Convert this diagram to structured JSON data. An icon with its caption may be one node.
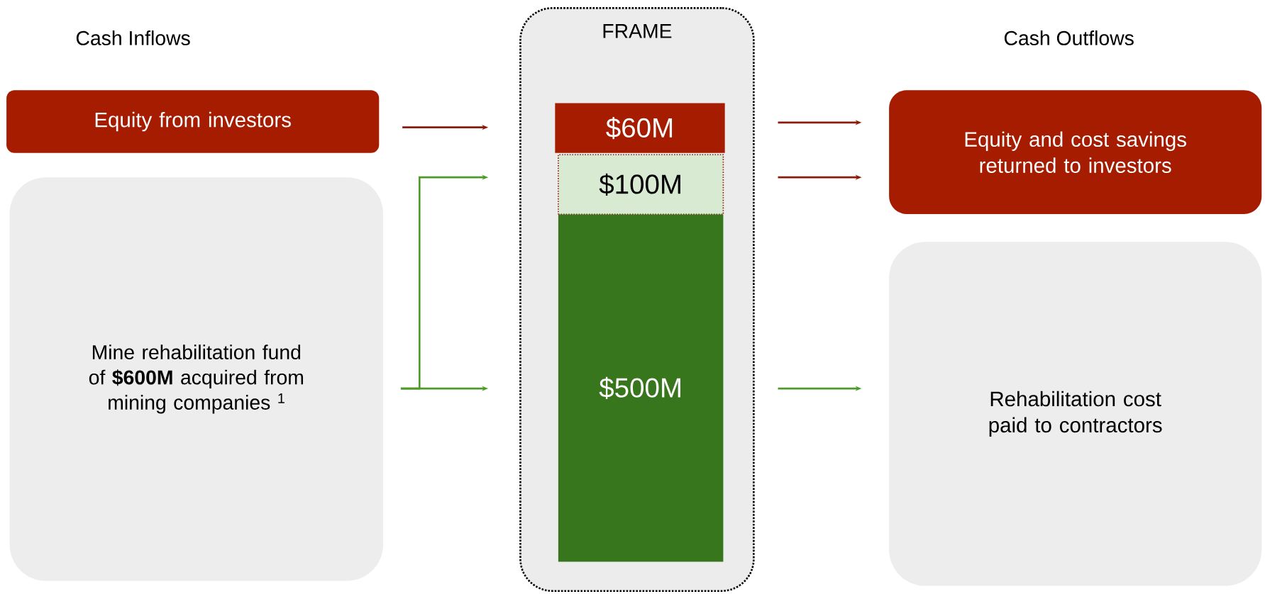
{
  "diagram": {
    "nodes": [
      {
        "text": [
          "FRAME"
        ]
      },
      {
        "text": [
          "Equity from investors"
        ]
      },
      {
        "text": [
          "Mine rehabilitation fund of **$600M** acquired from mining companies $^{1}$"
        ]
      },
      {
        "text": [
          "$60M"
        ],
        "in": 0
      },
      {
        "text": [
          "$100M"
        ],
        "in": 0
      },
      {
        "text": [
          "$500M"
        ],
        "in": 0
      },
      {
        "text": [
          "Equity and cost savings returned to investors"
        ]
      },
      {
        "text": [
          "Rehabilitation cost paid to contractors"
        ]
      }
    ],
    "edges": [
      {
        "from": 1,
        "to": 3,
        "arrow": "to",
        "color": "#8b1a0a"
      },
      {
        "from": 2,
        "to": 4,
        "arrow": "to",
        "color": "#4e9a28"
      },
      {
        "from": 2,
        "to": 5,
        "arrow": "to",
        "color": "#4e9a28"
      },
      {
        "from": 3,
        "to": 6,
        "arrow": "to",
        "color": "#8b1a0a"
      },
      {
        "from": 4,
        "to": 6,
        "arrow": "to",
        "color": "#8b1a0a"
      },
      {
        "from": 5,
        "to": 7,
        "arrow": "to",
        "color": "#4e9a28"
      }
    ],
    "labels": [
      "Cash Inflows",
      "Cash Outflows"
    ]
  }
}
